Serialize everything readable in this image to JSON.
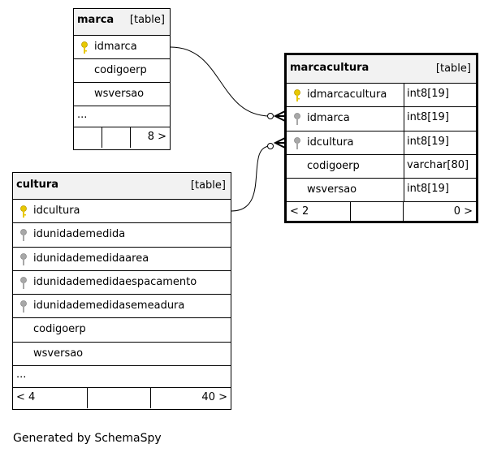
{
  "footer": {
    "generated": "Generated by SchemaSpy"
  },
  "tables": {
    "marca": {
      "name": "marca",
      "kind": "[table]",
      "columns": [
        {
          "name": "idmarca",
          "key": "primary"
        },
        {
          "name": "codigoerp",
          "key": "none"
        },
        {
          "name": "wsversao",
          "key": "none"
        }
      ],
      "ellipsis": "...",
      "parents": "",
      "children": "8 >"
    },
    "marcacultura": {
      "name": "marcacultura",
      "kind": "[table]",
      "columns": [
        {
          "name": "idmarcacultura",
          "type": "int8[19]",
          "key": "primary"
        },
        {
          "name": "idmarca",
          "type": "int8[19]",
          "key": "foreign"
        },
        {
          "name": "idcultura",
          "type": "int8[19]",
          "key": "foreign"
        },
        {
          "name": "codigoerp",
          "type": "varchar[80]",
          "key": "none"
        },
        {
          "name": "wsversao",
          "type": "int8[19]",
          "key": "none"
        }
      ],
      "parents": "< 2",
      "children": "0 >"
    },
    "cultura": {
      "name": "cultura",
      "kind": "[table]",
      "columns": [
        {
          "name": "idcultura",
          "key": "primary"
        },
        {
          "name": "idunidademedida",
          "key": "foreign"
        },
        {
          "name": "idunidademedidaarea",
          "key": "foreign"
        },
        {
          "name": "idunidademedidaespacamento",
          "key": "foreign"
        },
        {
          "name": "idunidademedidasemeadura",
          "key": "foreign"
        },
        {
          "name": "codigoerp",
          "key": "none"
        },
        {
          "name": "wsversao",
          "key": "none"
        }
      ],
      "ellipsis": "...",
      "parents": "< 4",
      "children": "40 >"
    }
  },
  "colors": {
    "primary_key": "#e8c800",
    "foreign_key": "#a8a8a8",
    "header_bg": "#f2f2f2"
  }
}
